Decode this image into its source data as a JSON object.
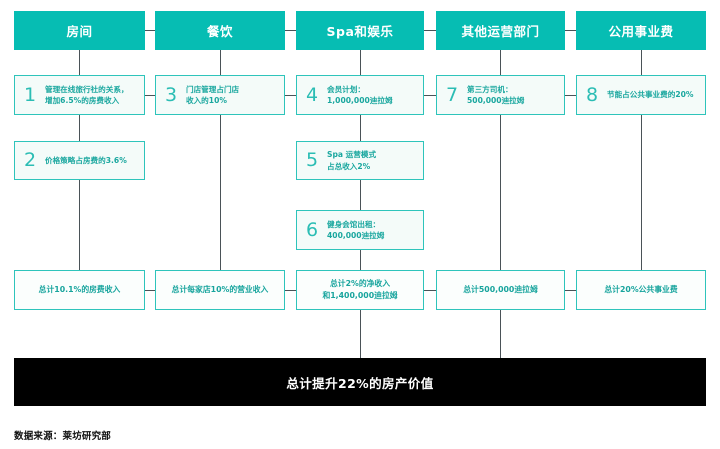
{
  "figure": {
    "title_bar": "总计提升22%的房产价值",
    "source": "数据来源：莱坊研究部",
    "accent_color": "#06bdb3",
    "box_border_color": "#2ec4bb",
    "text_color": "#17a49d",
    "connector_color": "#4a5257",
    "total_bar_color": "#000000"
  },
  "columns": [
    {
      "header": "房间",
      "items": [
        {
          "num": "1",
          "text": "管理在线旅行社的关系，\n增加6.5%的房费收入"
        },
        {
          "num": "2",
          "text": "价格策略占房费的3.6%"
        }
      ],
      "summary": "总计10.1%的房费收入"
    },
    {
      "header": "餐饮",
      "items": [
        {
          "num": "3",
          "text": "门店管理占门店\n收入的10%"
        }
      ],
      "summary": "总计每家店10%的营业收入"
    },
    {
      "header": "Spa和娱乐",
      "items": [
        {
          "num": "4",
          "text": "会员计划：\n1,000,000迪拉姆"
        },
        {
          "num": "5",
          "text": "Spa 运营模式\n占总收入2%"
        },
        {
          "num": "6",
          "text": "健身会馆出租：\n400,000迪拉姆"
        }
      ],
      "summary": "总计2%的净收入\n和1,400,000迪拉姆"
    },
    {
      "header": "其他运营部门",
      "items": [
        {
          "num": "7",
          "text": "第三方司机：\n500,000迪拉姆"
        }
      ],
      "summary": "总计500,000迪拉姆"
    },
    {
      "header": "公用事业费",
      "items": [
        {
          "num": "8",
          "text": "节能占公共事业费的20%"
        }
      ],
      "summary": "总计20%公共事业费"
    }
  ]
}
